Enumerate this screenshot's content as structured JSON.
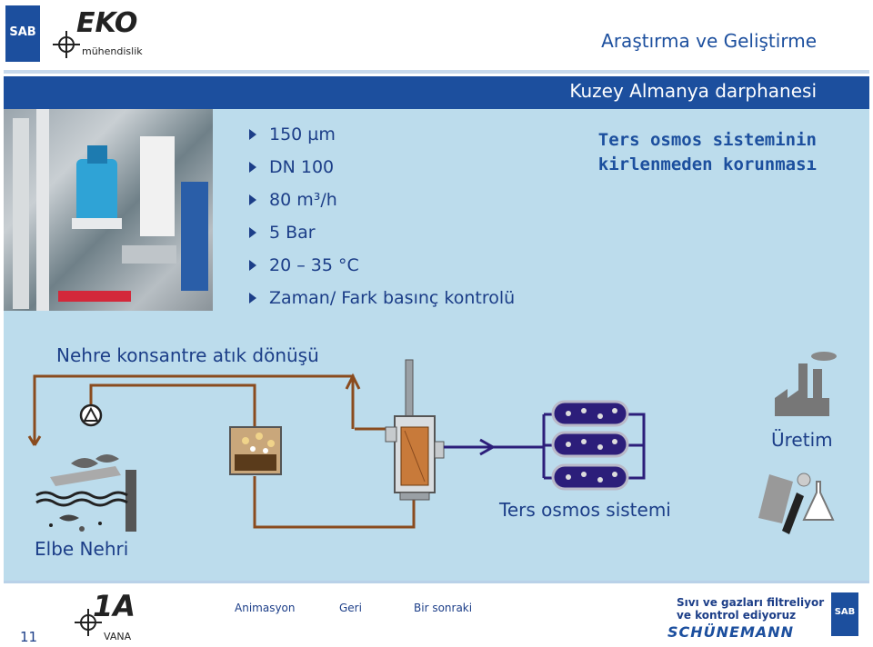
{
  "header": {
    "top_title": "Araştırma ve Geliştirme",
    "bar_title": "Kuzey Almanya darphanesi",
    "subtitle_line1": "Ters osmos sisteminin",
    "subtitle_line2": "kirlenmeden korunması"
  },
  "logos": {
    "sab": "SAB",
    "eko": "EKO",
    "eko_sub": "mühendislik",
    "vana_num": "1A",
    "vana_text": "VANA"
  },
  "specs": [
    "150 µm",
    "DN 100",
    "80 m³/h",
    "5 Bar",
    "20 – 35 °C",
    "Zaman/ Fark basınç kontrolü"
  ],
  "diagram": {
    "top_label": "Nehre konsantre atık dönüşü",
    "river_label": "Elbe Nehri",
    "ro_label": "Ters osmos sistemi",
    "production_label": "Üretim"
  },
  "footer": {
    "page_number": "11",
    "nav_animation": "Animasyon",
    "nav_back": "Geri",
    "nav_next": "Bir sonraki",
    "tagline1": "Sıvı ve gazları filtreliyor",
    "tagline2": "ve kontrol ediyoruz",
    "brand": "SCHÜNEMANN"
  },
  "colors": {
    "brand_blue": "#1c4f9e",
    "panel": "#bcdcec",
    "pipe": "#8a4b1e",
    "flow": "#2c1e7a"
  }
}
